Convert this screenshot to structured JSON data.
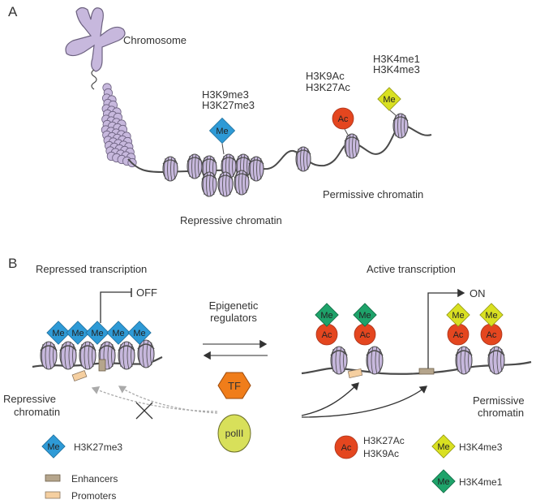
{
  "panel_a": {
    "label": "A",
    "chromosome_label": "Chromosome",
    "repressive_marks": [
      "H3K9me3",
      "H3K27me3"
    ],
    "acetyl_marks": [
      "H3K9Ac",
      "H3K27Ac"
    ],
    "methyl_marks": [
      "H3K4me1",
      "H3K4me3"
    ],
    "repressive_label": "Repressive chromatin",
    "permissive_label": "Permissive chromatin",
    "me_badge": "Me",
    "ac_badge": "Ac"
  },
  "panel_b": {
    "label": "B",
    "repressed_title": "Repressed transcription",
    "active_title": "Active transcription",
    "off_label": "OFF",
    "on_label": "ON",
    "regulators_line1": "Epigenetic",
    "regulators_line2": "regulators",
    "tf_label": "TF",
    "pol_label": "polII",
    "repressive_line1": "Repressive",
    "repressive_line2": "chromatin",
    "permissive_line1": "Permissive",
    "permissive_line2": "chromatin",
    "me_badge": "Me",
    "ac_badge": "Ac"
  },
  "legend": {
    "h3k27me3": "H3K27me3",
    "enhancers": "Enhancers",
    "promoters": "Promoters",
    "acetyl_line1": "H3K27Ac",
    "acetyl_line2": "H3K9Ac",
    "h3k4me3": "H3K4me3",
    "h3k4me1": "H3K4me1"
  },
  "colors": {
    "nucleosome": "#c7b8dd",
    "nucleosome_stroke": "#4a4a4a",
    "blue_me": "#2e9ad6",
    "red_ac": "#e4461f",
    "yellow_me": "#d9e021",
    "green_me": "#1ea36a",
    "tf_orange": "#f07d1a",
    "polii_yellow": "#d8e05a",
    "enhancer": "#b5a58c",
    "promoter": "#f5cfa0",
    "dna": "#4a4a4a"
  }
}
